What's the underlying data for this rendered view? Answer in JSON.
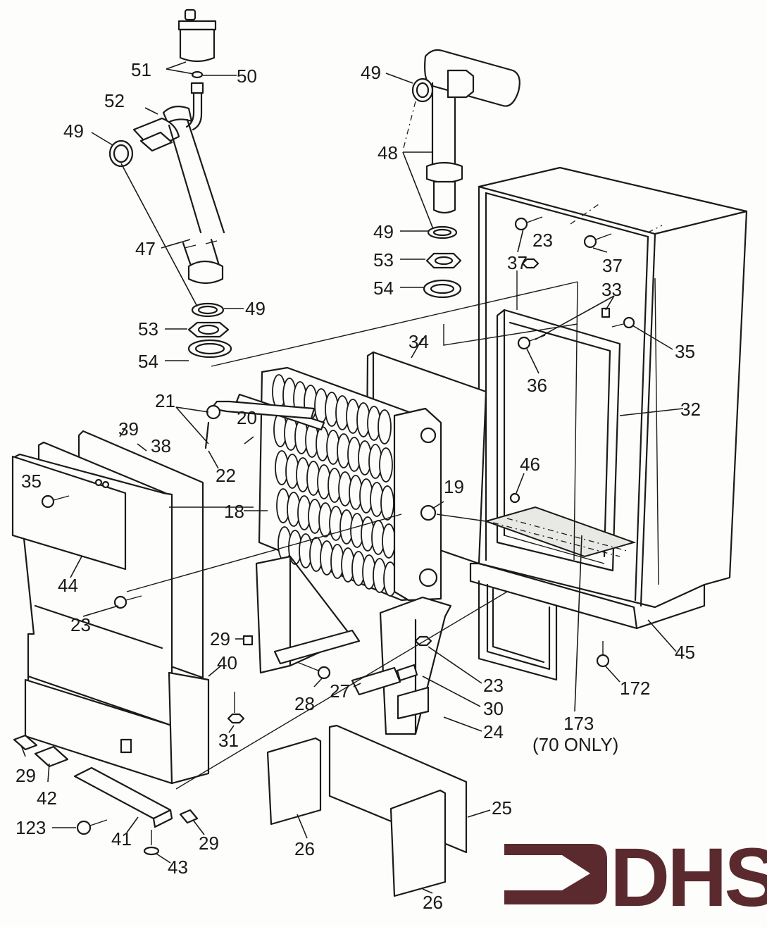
{
  "diagram": {
    "type": "exploded parts diagram",
    "subject": "boiler heat exchanger and casing assembly"
  },
  "logo": {
    "text": "DHS",
    "icon": "arrow-right-icon",
    "color": "#5a2a2e"
  },
  "callouts": {
    "c51": "51",
    "c50": "50",
    "c52": "52",
    "c49a": "49",
    "c47": "47",
    "c49b": "49",
    "c53a": "53",
    "c54a": "54",
    "c49c": "49",
    "c48": "48",
    "c49d": "49",
    "c53b": "53",
    "c54b": "54",
    "c37a": "37",
    "c23a": "23",
    "c37b": "37",
    "c33": "33",
    "c35a": "35",
    "c36": "36",
    "c34": "34",
    "c32": "32",
    "c21": "21",
    "c20": "20",
    "c22": "22",
    "c39": "39",
    "c38": "38",
    "c35b": "35",
    "c18": "18",
    "c19": "19",
    "c46": "46",
    "c44": "44",
    "c23b": "23",
    "c29a": "29",
    "c40": "40",
    "c28": "28",
    "c27": "27",
    "c23c": "23",
    "c30": "30",
    "c24": "24",
    "c31": "31",
    "c45": "45",
    "c172": "172",
    "c173": "173",
    "c173note": "(70 ONLY)",
    "c29b": "29",
    "c42": "42",
    "c123": "123",
    "c41": "41",
    "c29c": "29",
    "c43": "43",
    "c25": "25",
    "c26a": "26",
    "c26b": "26"
  }
}
